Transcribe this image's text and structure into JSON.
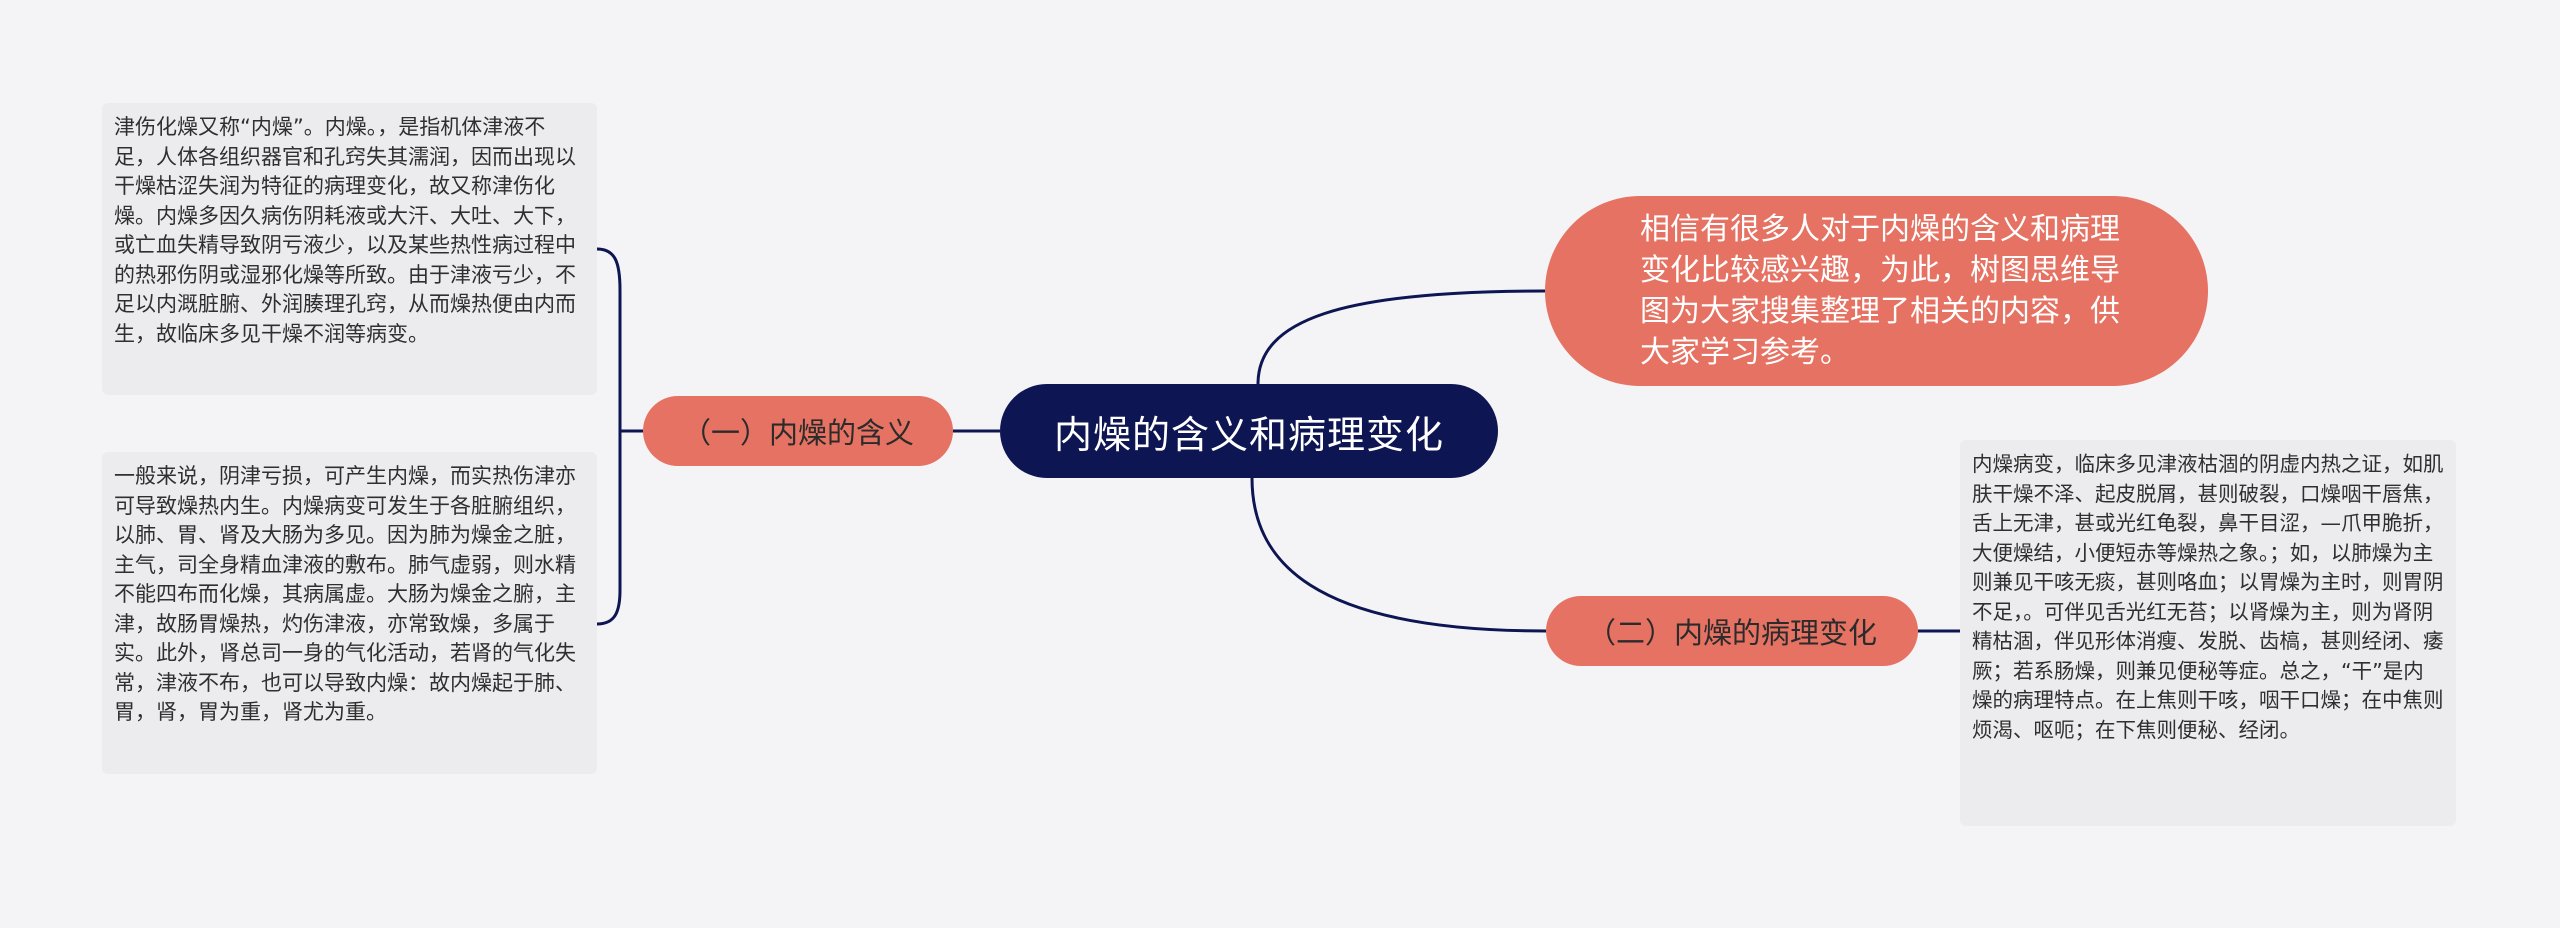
{
  "root": {
    "title": "内燥的含义和病理变化"
  },
  "intro": {
    "text": "相信有很多人对于内燥的含义和病理变化比较感兴趣，为此，树图思维导图为大家搜集整理了相关的内容，供大家学习参考。"
  },
  "branches": [
    {
      "label": "（一）内燥的含义",
      "leaves": [
        "津伤化燥又称“内燥”。内燥。，是指机体津液不足，人体各组织器官和孔窍失其濡润，因而出现以干燥枯涩失润为特征的病理变化，故又称津伤化燥。内燥多因久病伤阴耗液或大汗、大吐、大下，或亡血失精导致阴亏液少，以及某些热性病过程中的热邪伤阴或湿邪化燥等所致。由于津液亏少，不足以内溉脏腑、外润腠理孔窍，从而燥热便由内而生，故临床多见干燥不润等病变。",
        "一般来说，阴津亏损，可产生内燥，而实热伤津亦可导致燥热内生。内燥病变可发生于各脏腑组织，以肺、胃、肾及大肠为多见。因为肺为燥金之脏，主气，司全身精血津液的敷布。肺气虚弱，则水精不能四布而化燥，其病属虚。大肠为燥金之腑，主津，故肠胃燥热，灼伤津液，亦常致燥，多属于实。此外，肾总司一身的气化活动，若肾的气化失常，津液不布，也可以导致内燥：故内燥起于肺、胃，肾，胃为重，肾尤为重。"
      ]
    },
    {
      "label": "（二）内燥的病理变化",
      "leaves": [
        "内燥病变，临床多见津液枯涸的阴虚内热之证，如肌肤干燥不泽、起皮脱屑，甚则破裂，口燥咽干唇焦，舌上无津，甚或光红龟裂，鼻干目涩，—爪甲脆折，大便燥结，小便短赤等燥热之象。；如，以肺燥为主则兼见干咳无痰，甚则咯血；以胃燥为主时，则胃阴不足，。可伴见舌光红无苔；以肾燥为主，则为肾阴精枯涸，伴见形体消瘦、发脱、齿槁，甚则经闭、痿厥；若系肠燥，则兼见便秘等症。总之，“干”是内燥的病理特点。在上焦则干咳，咽干口燥；在中焦则烦渴、呕呃；在下焦则便秘、经闭。"
      ]
    }
  ],
  "colors": {
    "background": "#f4f4f6",
    "root_fill": "#0d1552",
    "branch_fill": "#e57262",
    "leaf_fill": "#ececef",
    "connector": "#0d1552"
  }
}
